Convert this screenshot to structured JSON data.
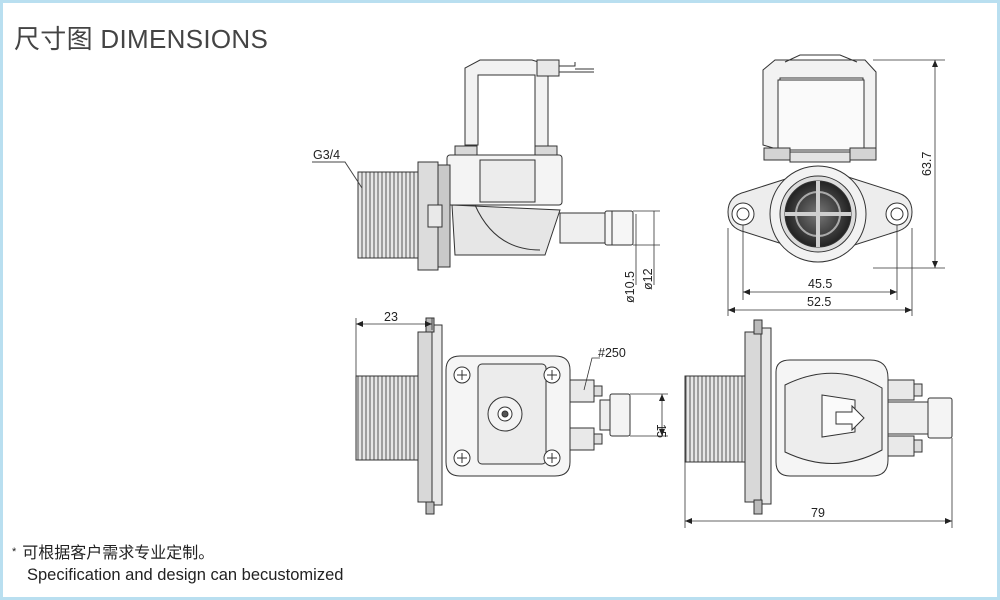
{
  "title": "尺寸图 DIMENSIONS",
  "labels": {
    "thread": "G3/4",
    "d_outlet_inner": "ø10.5",
    "d_outlet_outer": "ø12",
    "height": "63.7",
    "mount_spacing": "45.5",
    "flange_width": "52.5",
    "thread_length": "23",
    "terminal": "#250",
    "terminal_height": "15",
    "total_length": "79"
  },
  "notes": {
    "star": "*",
    "cn": "可根据客户需求专业定制。",
    "en": "Specification and design can becustomized"
  },
  "colors": {
    "frame": "#b9dff0",
    "line": "#333333",
    "fill_light": "#f1f1f1",
    "fill_mid": "#d7d7d7",
    "fill_dark": "#9a9a9a"
  }
}
